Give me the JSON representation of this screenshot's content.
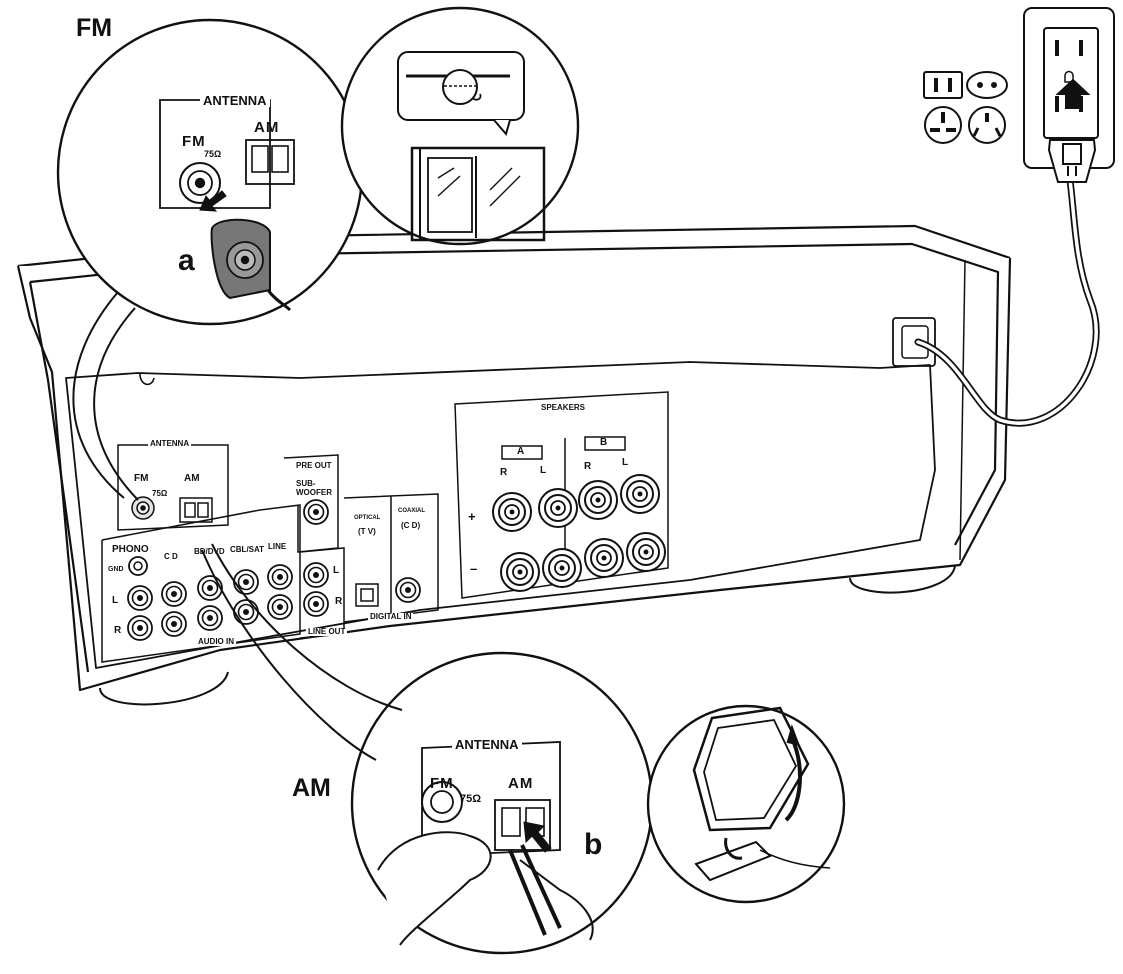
{
  "labels": {
    "fm_title": "FM",
    "am_title": "AM",
    "step_a": "a",
    "step_b": "b"
  },
  "fm_inset": {
    "antenna": "ANTENNA",
    "fm": "FM",
    "ohm": "75Ω",
    "am": "AM"
  },
  "am_inset": {
    "antenna": "ANTENNA",
    "fm": "FM",
    "ohm": "75Ω",
    "am": "AM"
  },
  "panel": {
    "antenna": "ANTENNA",
    "fm": "FM",
    "ohm": "75Ω",
    "am": "AM",
    "pre_out": "PRE OUT",
    "subwoofer_1": "SUB-",
    "subwoofer_2": "WOOFER",
    "phono": "PHONO",
    "gnd": "GND",
    "cd": "C D",
    "bd_dvd": "BD/DVD",
    "cbl_sat": "CBL/SAT",
    "line": "LINE",
    "audio_in": "AUDIO IN",
    "line_out": "LINE OUT",
    "l": "L",
    "r": "R",
    "optical": "OPTICAL",
    "tv": "(T V)",
    "coaxial": "COAXIAL",
    "cd_paren": "(C D)",
    "digital_in": "DIGITAL IN",
    "speakers": "SPEAKERS",
    "spk_a": "A",
    "spk_b": "B",
    "plus": "+",
    "minus": "–"
  }
}
